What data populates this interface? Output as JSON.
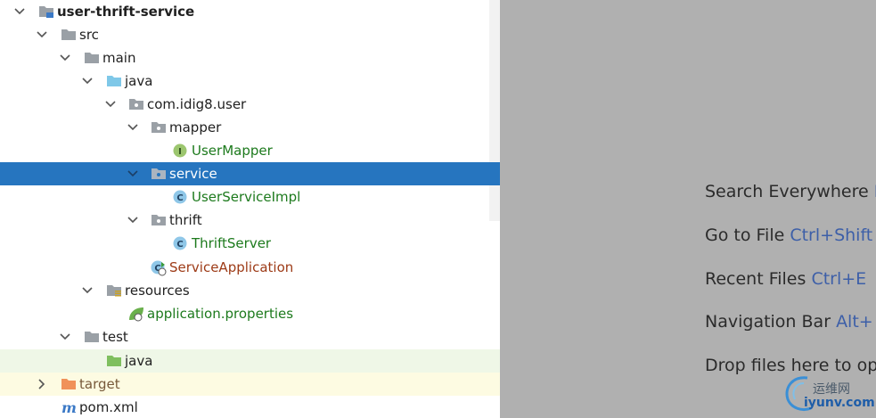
{
  "project_tree": {
    "root": "user-thrift-service",
    "src": "src",
    "main": "main",
    "java_main": "java",
    "package": "com.idig8.user",
    "mapper": "mapper",
    "user_mapper": "UserMapper",
    "service": "service",
    "user_service_impl": "UserServiceImpl",
    "thrift": "thrift",
    "thrift_server": "ThriftServer",
    "service_application": "ServiceApplication",
    "resources": "resources",
    "application_properties": "application.properties",
    "test": "test",
    "java_test": "java",
    "target": "target",
    "pom": "pom.xml",
    "selected_item": "service"
  },
  "editor_hints": [
    {
      "text": "Search Everywhere",
      "shortcut": "D"
    },
    {
      "text": "Go to File",
      "shortcut": "Ctrl+Shift"
    },
    {
      "text": "Recent Files",
      "shortcut": "Ctrl+E"
    },
    {
      "text": "Navigation Bar",
      "shortcut": "Alt+"
    },
    {
      "text": "Drop files here to op",
      "shortcut": ""
    }
  ],
  "watermark": {
    "top": "运维网",
    "bottom": "iyunv.com"
  },
  "colors": {
    "selection": "#2675bf",
    "folder": "#9aa0a6",
    "source_folder": "#7fc8e8",
    "test_folder": "#7fbf5f",
    "excluded_folder": "#f0915a",
    "editor_bg": "#b0b0b0",
    "shortcut": "#3d5fa8"
  },
  "icons": {
    "expanded": "chevron-down-icon",
    "collapsed": "chevron-right-icon",
    "module": "module-folder-icon",
    "folder": "folder-icon",
    "package": "package-folder-icon",
    "interface": "interface-icon",
    "class": "class-icon",
    "spring_boot_class": "spring-boot-class-icon",
    "spring_properties": "spring-properties-icon",
    "maven": "maven-icon"
  }
}
